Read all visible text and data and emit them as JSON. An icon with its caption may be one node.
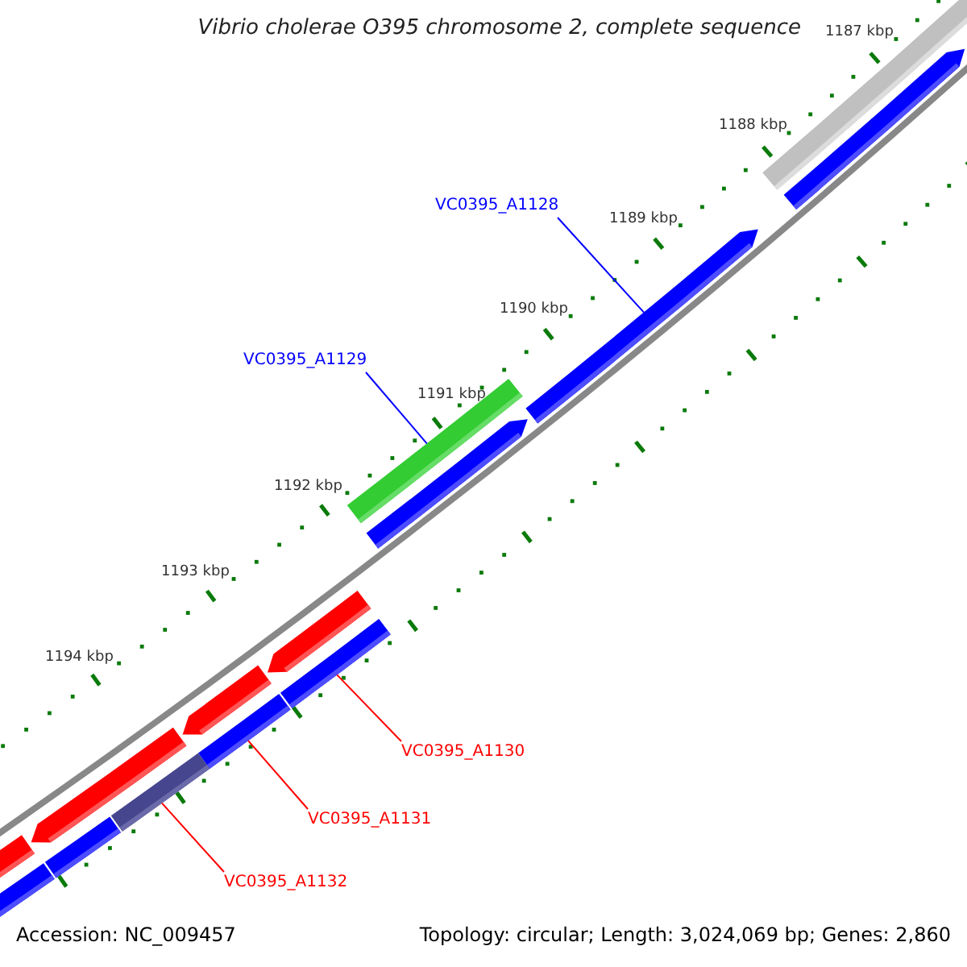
{
  "diagram": {
    "title": "Vibrio cholerae O395 chromosome 2, complete sequence",
    "nodes": [
      {
        "text": [
          "VC0395_A1128"
        ]
      },
      {
        "text": [
          "VC0395_A1129"
        ]
      },
      {
        "text": [
          "VC0395_A1130"
        ]
      },
      {
        "text": [
          "VC0395_A1131"
        ]
      },
      {
        "text": [
          "VC0395_A1132"
        ]
      },
      {
        "text": [],
        "shape": "bar"
      },
      {
        "text": [],
        "shape": "bar"
      },
      {
        "text": [],
        "shape": "bar"
      },
      {
        "text": [],
        "shape": "bar"
      },
      {
        "text": [],
        "shape": "bar"
      }
    ],
    "edges": [
      {
        "from": 0,
        "to": 5,
        "arrow": "none",
        "color": "#0000ff"
      },
      {
        "from": 1,
        "to": 6,
        "arrow": "none",
        "color": "#0000ff"
      },
      {
        "from": 2,
        "to": 7,
        "arrow": "none"
      },
      {
        "from": 3,
        "to": 8,
        "arrow": "none"
      },
      {
        "from": 4,
        "to": 9,
        "arrow": "none"
      }
    ],
    "labels": [
      "1187 kbp",
      "1188 kbp",
      "1189 kbp",
      "1190 kbp",
      "1191 kbp",
      "1192 kbp",
      "1193 kbp",
      "1194 kbp",
      "Accession: NC_009457",
      "Topology: circular; Length: 3,024,069 bp; Genes: 2,860"
    ]
  }
}
